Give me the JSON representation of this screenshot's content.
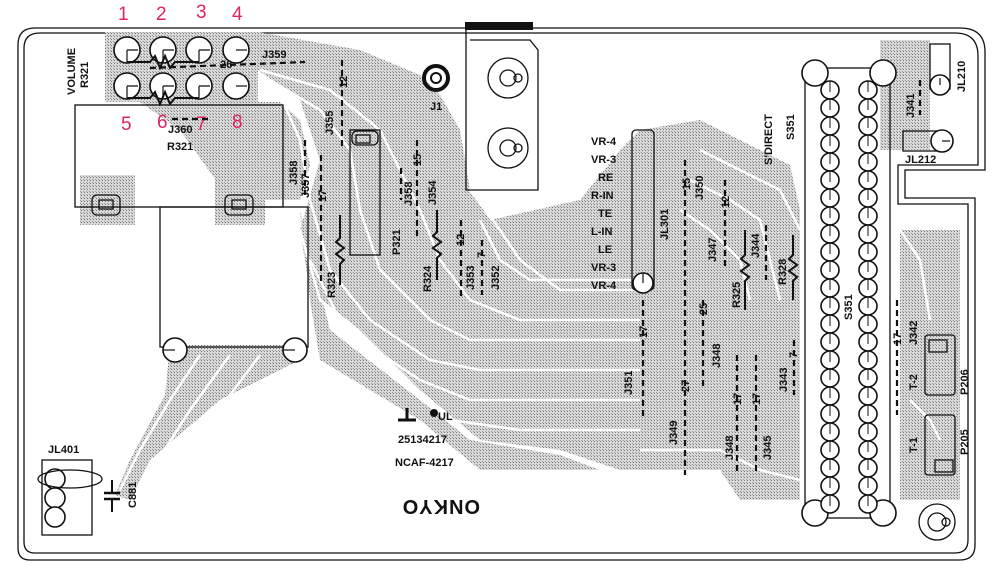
{
  "title": "Onkyo PCB layout NCAF-4217 (volume board)",
  "pin_numbers": {
    "top_row": [
      "1",
      "2",
      "3",
      "4"
    ],
    "bottom_row": [
      "5",
      "6",
      "7",
      "8"
    ],
    "color": "#e0245e"
  },
  "labels": {
    "volume": "VOLUME",
    "volume_ref": "R321",
    "r321_lower": "R321",
    "j359": "J359",
    "j359_len": "26",
    "j360": "J360",
    "j355": "J355",
    "j355_len": "12",
    "j358a": "J358",
    "j357": "J357",
    "j357_len": "17",
    "j358b": "J358",
    "j354": "J354",
    "j354_len": "15",
    "j1": "J1",
    "p321": "P321",
    "r323": "R323",
    "r324": "R324",
    "j353": "J353",
    "j353_len": "12",
    "j352": "J352",
    "j352_len": "7",
    "jl301": "JL301",
    "j350": "J350",
    "j350_len": "15",
    "j347": "J347",
    "j347_len": "12",
    "j344": "J344",
    "r325": "R325",
    "r328": "R328",
    "j351": "J351",
    "j351_len": "17",
    "j349": "J349",
    "j349_len": "27",
    "j348a": "J348",
    "j348a_len": "25",
    "j348b": "J348",
    "j348b_len": "17",
    "j345": "J345",
    "j345_len": "17",
    "j343": "J343",
    "j343_len": "7",
    "s_direct": "S'DIRECT",
    "s351_top": "S351",
    "s351_side": "S351",
    "j341": "J341",
    "jl210": "JL210",
    "jl212": "JL212",
    "j342": "J342",
    "j342_len": "17",
    "t2": "T-2",
    "t1": "T-1",
    "p206": "P206",
    "p205": "P205",
    "jl401": "JL401",
    "c881": "C881",
    "part_number": "25134217",
    "board_code": "NCAF-4217",
    "brand_mirrored": "ONKYO"
  },
  "jl301_pins": [
    "VR-4",
    "VR-3",
    "RE",
    "R-IN",
    "TE",
    "L-IN",
    "LE",
    "VR-3",
    "VR-4"
  ]
}
